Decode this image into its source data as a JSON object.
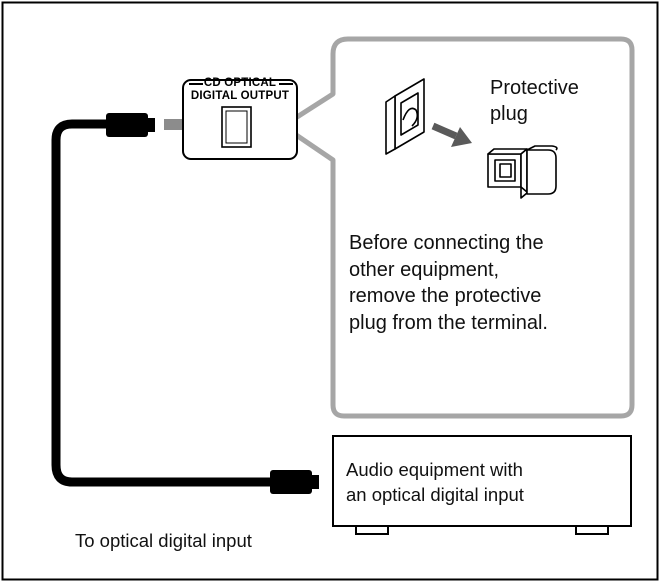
{
  "terminal_tag": {
    "line1": "CD OPTICAL",
    "line2": "DIGITAL OUTPUT"
  },
  "callout": {
    "plug_label": [
      "Protective",
      "plug"
    ],
    "instruction": [
      "Before connecting the",
      "other equipment,",
      "remove the protective",
      "plug from the terminal."
    ]
  },
  "equipment_box": {
    "lines": [
      "Audio equipment with",
      "an optical digital input"
    ]
  },
  "cable_caption": "To optical digital input",
  "colors": {
    "callout_border": "#a6a6a6",
    "cable": "#000000",
    "arrow": "#8c8c8c"
  }
}
